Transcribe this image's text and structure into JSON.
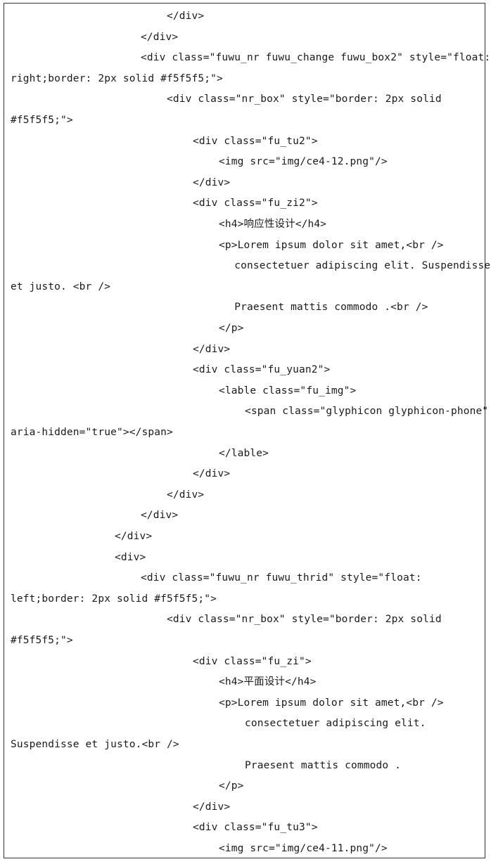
{
  "document": {
    "lines": [
      {
        "indent": 6,
        "text": "</div>"
      },
      {
        "indent": 5,
        "text": "</div>"
      },
      {
        "indent": 5,
        "text": "<div class=\"fuwu_nr fuwu_change fuwu_box2\" style=\"float:"
      },
      {
        "indent": 0,
        "text": "right;border: 2px solid #f5f5f5;\">"
      },
      {
        "indent": 6,
        "text": "<div class=\"nr_box\" style=\"border: 2px solid"
      },
      {
        "indent": 0,
        "text": "#f5f5f5;\">"
      },
      {
        "indent": 7,
        "text": "<div class=\"fu_tu2\">"
      },
      {
        "indent": 8,
        "text": "<img src=\"img/ce4-12.png\"/>"
      },
      {
        "indent": 7,
        "text": "</div>"
      },
      {
        "indent": 7,
        "text": "<div class=\"fu_zi2\">"
      },
      {
        "indent": 8,
        "text": "<h4>响应性设计</h4>"
      },
      {
        "indent": 8,
        "text": "<p>Lorem ipsum dolor sit amet,<br />"
      },
      {
        "indent": 8.6,
        "text": "consectetuer adipiscing elit. Suspendisse"
      },
      {
        "indent": 0,
        "text": "et justo. <br />"
      },
      {
        "indent": 8.6,
        "text": "Praesent mattis commodo .<br />"
      },
      {
        "indent": 8,
        "text": "</p>"
      },
      {
        "indent": 7,
        "text": "</div>"
      },
      {
        "indent": 7,
        "text": "<div class=\"fu_yuan2\">"
      },
      {
        "indent": 8,
        "text": "<lable class=\"fu_img\">"
      },
      {
        "indent": 9,
        "text": "<span class=\"glyphicon glyphicon-phone\""
      },
      {
        "indent": 0,
        "text": "aria-hidden=\"true\"></span>"
      },
      {
        "indent": 8,
        "text": "</lable>"
      },
      {
        "indent": 7,
        "text": "</div>"
      },
      {
        "indent": 6,
        "text": "</div>"
      },
      {
        "indent": 5,
        "text": "</div>"
      },
      {
        "indent": 4,
        "text": "</div>"
      },
      {
        "indent": 4,
        "text": "<div>"
      },
      {
        "indent": 5,
        "text": "<div class=\"fuwu_nr fuwu_thrid\" style=\"float:"
      },
      {
        "indent": 0,
        "text": "left;border: 2px solid #f5f5f5;\">"
      },
      {
        "indent": 6,
        "text": "<div class=\"nr_box\" style=\"border: 2px solid"
      },
      {
        "indent": 0,
        "text": "#f5f5f5;\">"
      },
      {
        "indent": 7,
        "text": "<div class=\"fu_zi\">"
      },
      {
        "indent": 8,
        "text": "<h4>平面设计</h4>"
      },
      {
        "indent": 8,
        "text": "<p>Lorem ipsum dolor sit amet,<br />"
      },
      {
        "indent": 9,
        "text": "consectetuer adipiscing elit."
      },
      {
        "indent": 0,
        "text": "Suspendisse et justo.<br />"
      },
      {
        "indent": 9,
        "text": "Praesent mattis commodo ."
      },
      {
        "indent": 8,
        "text": "</p>"
      },
      {
        "indent": 7,
        "text": "</div>"
      },
      {
        "indent": 7,
        "text": "<div class=\"fu_tu3\">"
      },
      {
        "indent": 8,
        "text": "<img src=\"img/ce4-11.png\"/>"
      }
    ]
  }
}
